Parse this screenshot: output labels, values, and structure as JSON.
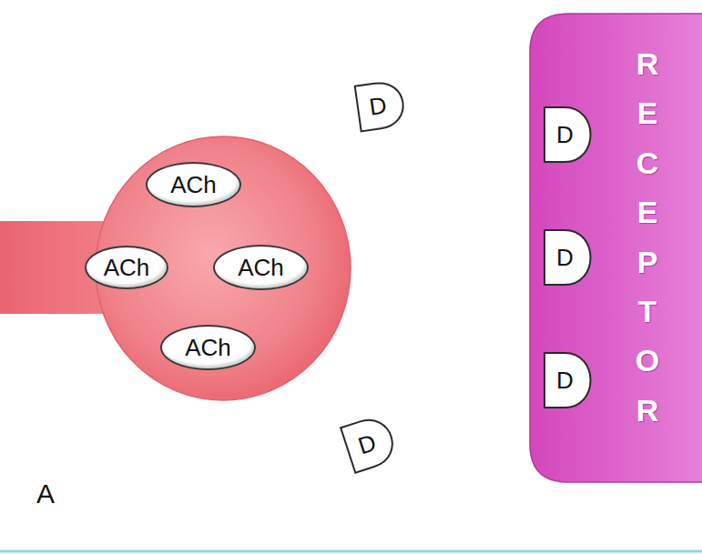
{
  "diagram": {
    "nodes": [
      {
        "text": [
          "ACh"
        ]
      },
      {
        "text": [
          "ACh"
        ]
      },
      {
        "text": [
          "ACh"
        ]
      },
      {
        "text": [
          "ACh"
        ]
      },
      {
        "text": [
          "D"
        ]
      },
      {
        "text": [
          "D"
        ]
      },
      {
        "text": [
          "RECEPTOR"
        ]
      },
      {
        "text": [
          "D"
        ],
        "in": 6
      },
      {
        "text": [
          "D"
        ],
        "in": 6
      },
      {
        "text": [
          "D"
        ],
        "in": 6
      }
    ],
    "labels": [
      "A"
    ]
  }
}
